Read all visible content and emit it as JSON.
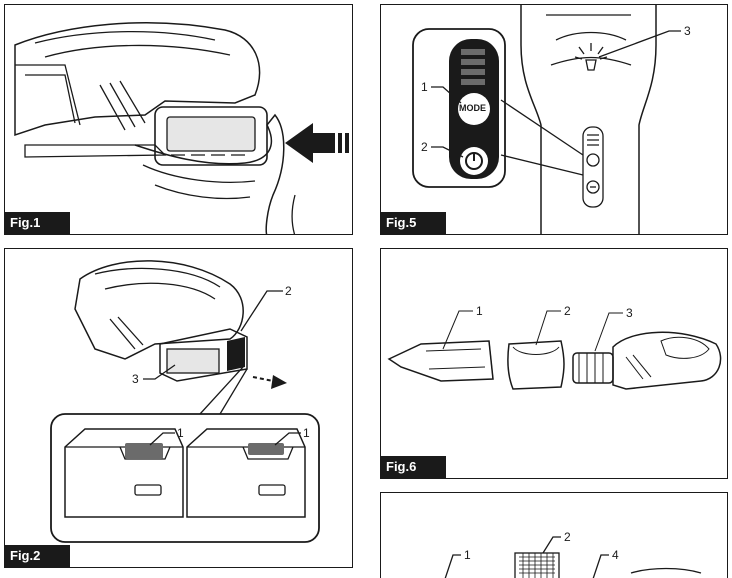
{
  "figures": {
    "fig1": {
      "label": "Fig.1"
    },
    "fig2": {
      "label": "Fig.2",
      "callouts": [
        "2",
        "3",
        "1",
        "1"
      ]
    },
    "fig5": {
      "label": "Fig.5",
      "callouts": [
        "1",
        "2",
        "3"
      ],
      "mode_label": "MODE"
    },
    "fig6": {
      "label": "Fig.6",
      "callouts": [
        "1",
        "2",
        "3"
      ]
    },
    "fig7": {
      "callouts": [
        "1",
        "2",
        "4"
      ]
    }
  }
}
